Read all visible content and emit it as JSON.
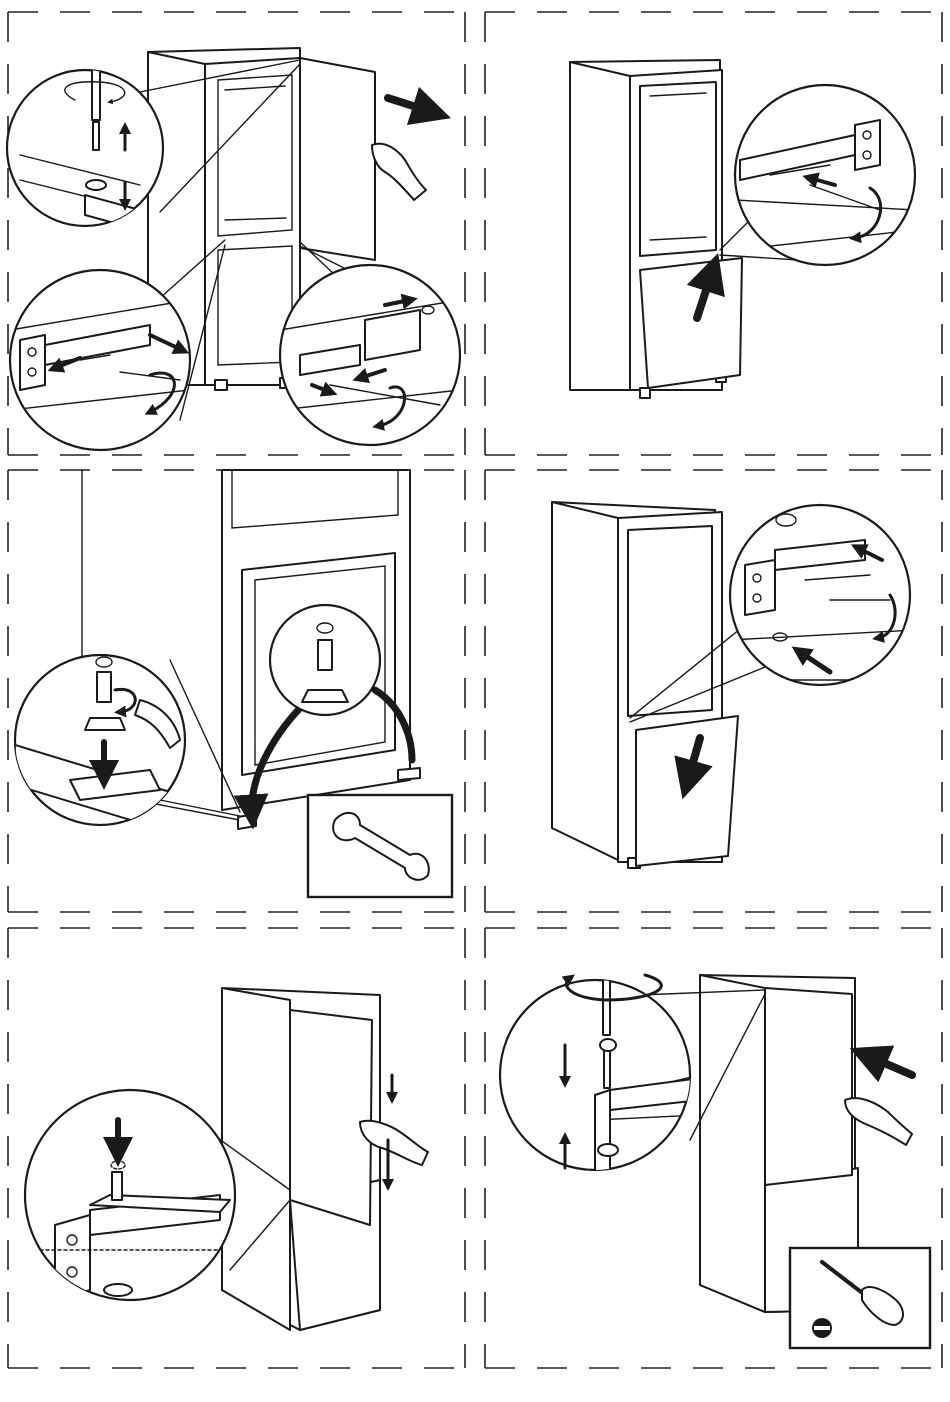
{
  "sheet": {
    "colors": {
      "ink": "#1a1a1a",
      "paper": "#ffffff",
      "guide": "#9a9a9a"
    },
    "panels": [
      {
        "id": "step-1",
        "icons": [
          "screwdriver-icon",
          "rotate-arrow-icon",
          "hand-icon",
          "hinge-bracket-icon"
        ]
      },
      {
        "id": "step-2",
        "icons": [
          "hinge-bracket-icon",
          "rotate-arrow-icon",
          "up-arrow-icon"
        ]
      },
      {
        "id": "step-3",
        "icons": [
          "hinge-pin-icon",
          "washer-icon",
          "wrench-icon"
        ]
      },
      {
        "id": "step-4",
        "icons": [
          "hinge-bracket-icon",
          "rotate-arrow-icon",
          "down-arrow-icon"
        ]
      },
      {
        "id": "step-5",
        "icons": [
          "hinge-bracket-icon",
          "down-arrow-icon",
          "hand-icon"
        ]
      },
      {
        "id": "step-6",
        "icons": [
          "screwdriver-icon",
          "rotate-arrow-icon",
          "hand-icon",
          "flat-head-icon"
        ]
      }
    ]
  }
}
